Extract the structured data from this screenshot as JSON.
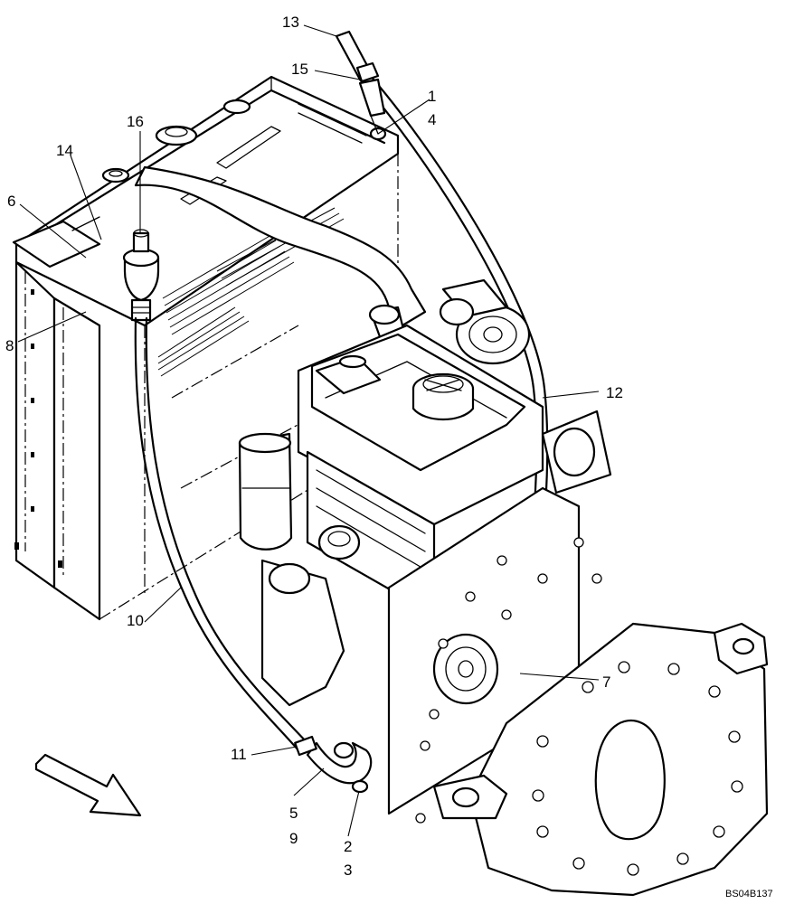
{
  "drawing_ref": "BS04B137",
  "callouts": [
    "13",
    "15",
    "1",
    "4",
    "16",
    "14",
    "6",
    "8",
    "12",
    "10",
    "7",
    "11",
    "5",
    "9",
    "2",
    "3"
  ],
  "direction_arrow": "front-direction-arrow-icon"
}
